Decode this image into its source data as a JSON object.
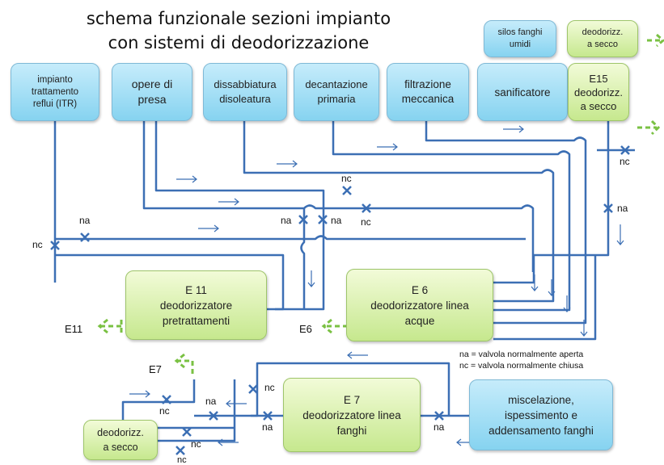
{
  "title": {
    "line1": "schema funzionale sezioni impianto",
    "line2": "con sistemi di deodorizzazione"
  },
  "boxes": {
    "itr": "impianto\ntrattamento\nreflui (ITR)",
    "opere_presa": "opere di\npresa",
    "dissabbiatura": "dissabbiatura\ndisoleatura",
    "decantazione": "decantazione\nprimaria",
    "filtrazione": "filtrazione\nmeccanica",
    "sanificatore": "sanificatore",
    "e15": "E15\ndeodorizz.\na secco",
    "silos": "silos fanghi\numidi",
    "deod_silos": "deodorizz.\na secco",
    "e11": "E 11\ndeodorizzatore\npretrattamenti",
    "e6": "E 6\ndeodorizzatore linea\nacque",
    "e7": "E 7\ndeodorizzatore linea\nfanghi",
    "miscelazione": "miscelazione,\nispessimento e\naddensamento fanghi",
    "deod_small": "deodorizz.\na secco"
  },
  "outputs": {
    "e11": "E11",
    "e6": "E6",
    "e7": "E7"
  },
  "valve_labels": {
    "nc": "nc",
    "na": "na"
  },
  "legend": {
    "na": "na = valvola normalmente  aperta",
    "nc": "nc = valvola normalmente  chiusa"
  },
  "colors": {
    "pipe": "#3c6fb4",
    "output_arrow": "#7ac143"
  }
}
